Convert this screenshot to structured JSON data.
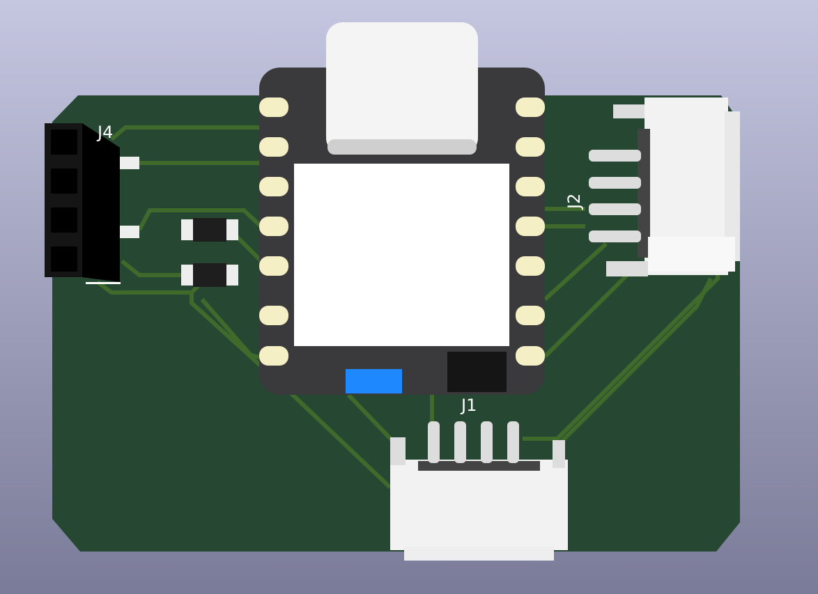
{
  "viewer": {
    "references": {
      "header": "J4",
      "right_connector": "J2",
      "bottom_connector": "J1"
    },
    "colors": {
      "board": "#264732",
      "trace": "#3f6a2c",
      "module": "#3a3a3c",
      "pad": "#f4efc4",
      "led": "#1e88ff"
    }
  }
}
